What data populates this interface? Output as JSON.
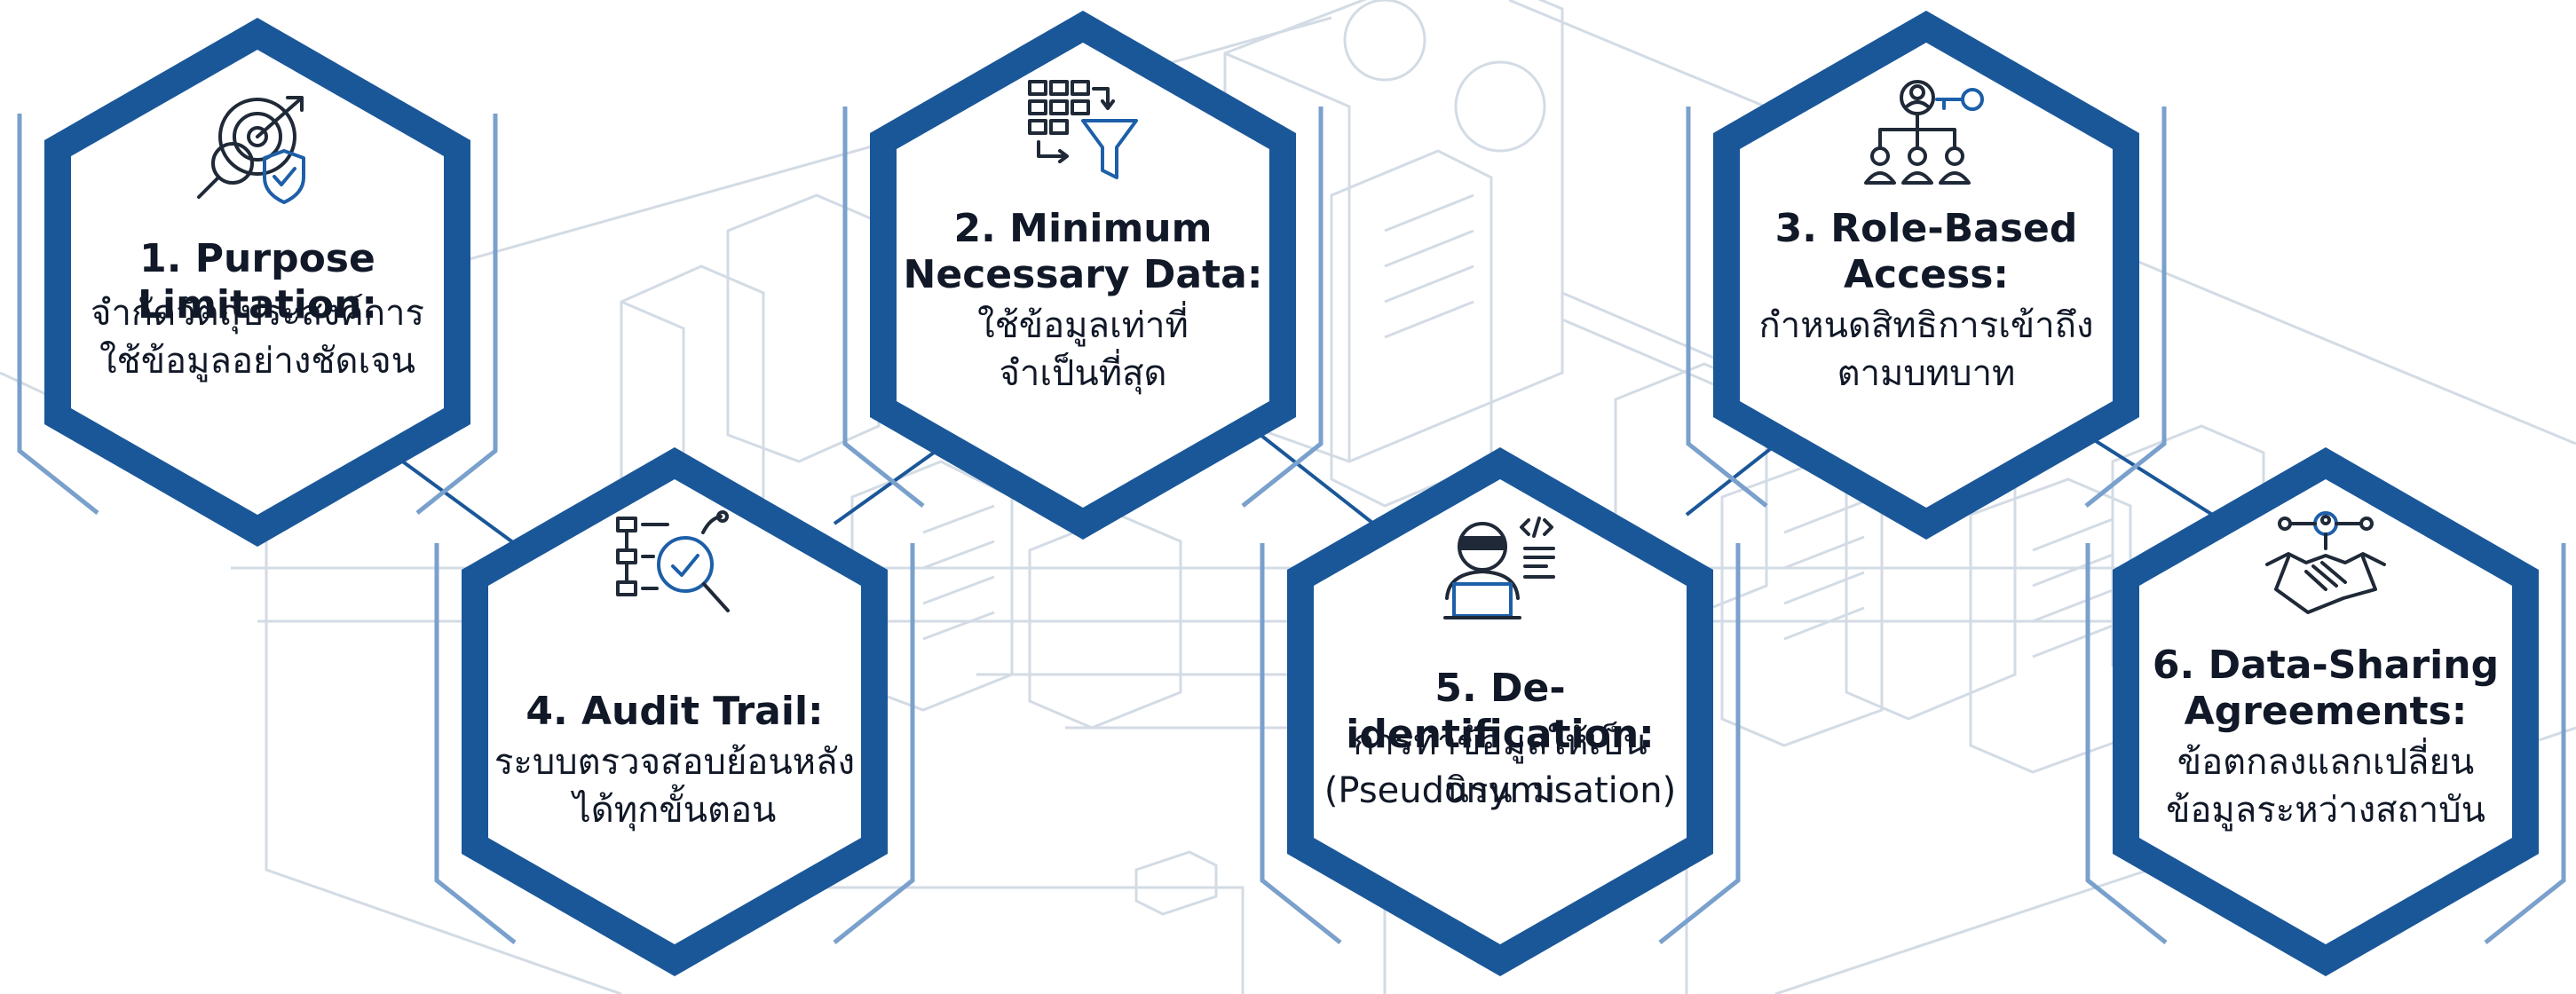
{
  "colors": {
    "hex_fill": "#ffffff",
    "hex_border": "#1a5799",
    "hex_border_light": "#7aa0cc",
    "background_lines": "#c8d2dd",
    "text": "#111827"
  },
  "cards": [
    {
      "icon": "target-search-shield-icon",
      "title": "1. Purpose Limitation:",
      "desc_lines": [
        "จำกัดวัตถุประสงค์การ",
        "ใช้ข้อมูลอย่างชัดเจน"
      ]
    },
    {
      "icon": "data-funnel-filter-icon",
      "title_lines": [
        "2. Minimum",
        "Necessary Data:"
      ],
      "desc_lines": [
        "ใช้ข้อมูลเท่าที่",
        "จำเป็นที่สุด"
      ]
    },
    {
      "icon": "role-hierarchy-key-icon",
      "title_lines": [
        "3. Role-Based",
        "Access:"
      ],
      "desc_lines": [
        "กำหนดสิทธิการเข้าถึง",
        "ตามบทบาท"
      ]
    },
    {
      "icon": "audit-checklist-magnifier-icon",
      "title": "4. Audit Trail:",
      "desc_lines": [
        "ระบบตรวจสอบย้อนหลัง",
        "ได้ทุกขั้นตอน"
      ]
    },
    {
      "icon": "masked-coder-laptop-icon",
      "title": "5. De-identification:",
      "desc_lines": [
        "การทำข้อมูลให้เป็นนิรนาม",
        "(Pseudonymisation)"
      ]
    },
    {
      "icon": "handshake-network-icon",
      "title_lines": [
        "6. Data-Sharing",
        "Agreements:"
      ],
      "desc_lines": [
        "ข้อตกลงแลกเปลี่ยน",
        "ข้อมูลระหว่างสถาบัน"
      ]
    }
  ]
}
